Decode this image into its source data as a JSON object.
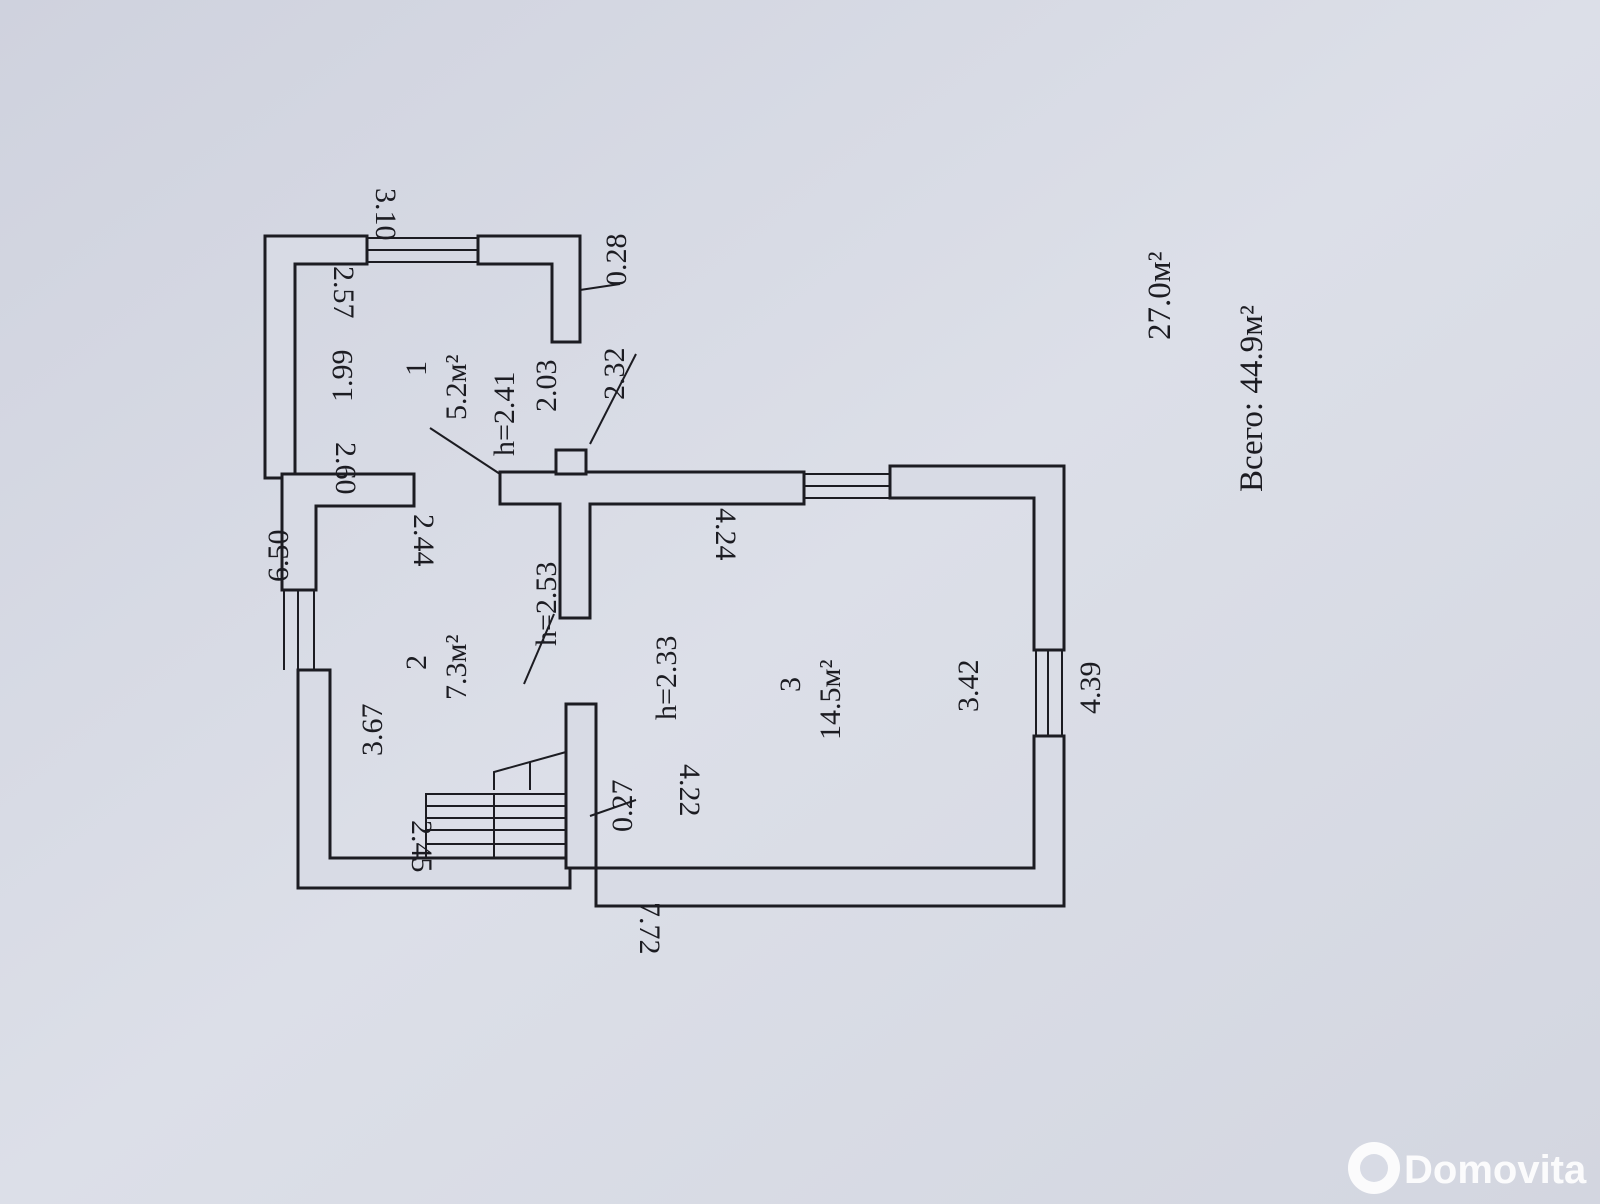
{
  "plan": {
    "rooms": [
      {
        "number": "1",
        "area": "5.2м²",
        "height": "h=2.41"
      },
      {
        "number": "2",
        "area": "7.3м²",
        "height": "h=2.53"
      },
      {
        "number": "3",
        "area": "14.5м²",
        "height": "h=2.33"
      }
    ],
    "dimensions": {
      "d_6_50": "6.50",
      "d_3_67": "3.67",
      "d_1_99": "1.99",
      "d_2_57": "2.57",
      "d_3_10": "3.10",
      "d_0_28": "0.28",
      "d_2_03": "2.03",
      "d_2_32": "2.32",
      "d_2_60": "2.60",
      "d_2_44": "2.44",
      "d_4_24": "4.24",
      "d_3_42": "3.42",
      "d_4_39": "4.39",
      "d_4_22": "4.22",
      "d_0_27": "0.27",
      "d_2_45": "2.45",
      "d_7_72": "7.72"
    },
    "summary": {
      "living_area": "27.0м²",
      "total": "Всего:  44.9м²"
    }
  },
  "watermark": {
    "text": "Domovita"
  }
}
